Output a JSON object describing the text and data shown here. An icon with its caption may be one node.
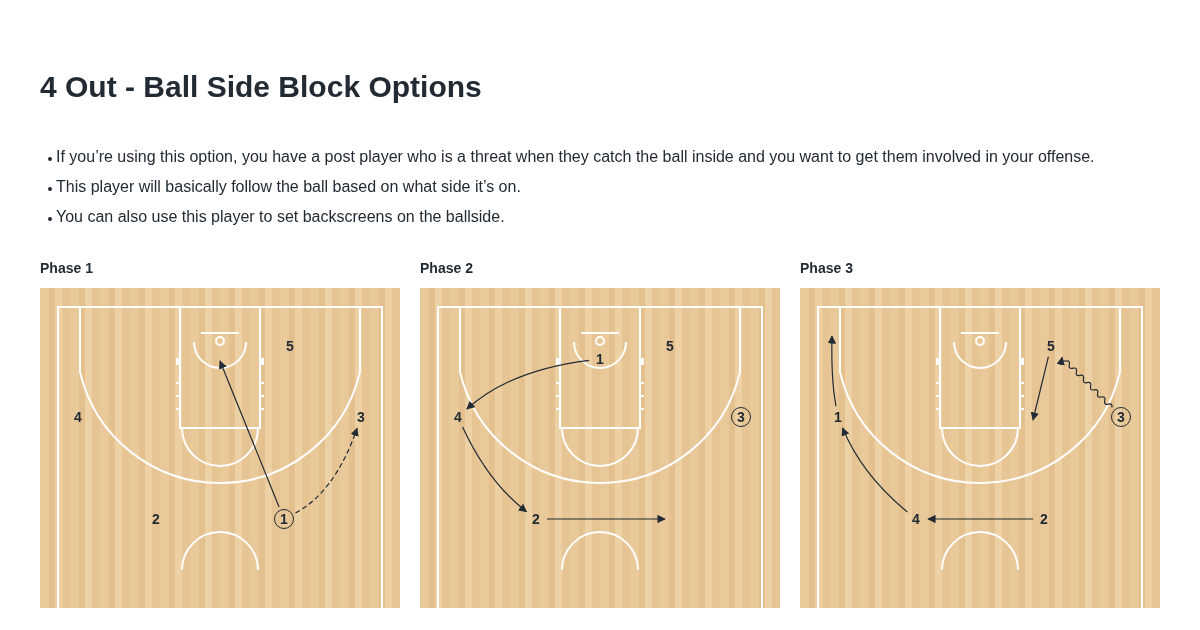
{
  "diagram": {
    "title": "4 Out - Ball Side Block Options",
    "nodes": [
      {
        "text": [
          "Phase 1"
        ]
      },
      {
        "text": [
          "5"
        ],
        "in": 0
      },
      {
        "text": [
          "4"
        ],
        "in": 0
      },
      {
        "text": [
          "3"
        ],
        "in": 0
      },
      {
        "text": [
          "2"
        ],
        "in": 0
      },
      {
        "text": [
          "1"
        ],
        "in": 0
      },
      {
        "text": [
          "Phase 2"
        ]
      },
      {
        "text": [
          "5"
        ],
        "in": 6
      },
      {
        "text": [
          "1"
        ],
        "in": 6
      },
      {
        "text": [
          "4"
        ],
        "in": 6
      },
      {
        "text": [
          "3"
        ],
        "in": 6
      },
      {
        "text": [
          "2"
        ],
        "in": 6
      },
      {
        "text": [
          "Phase 3"
        ]
      },
      {
        "text": [
          "5"
        ],
        "in": 12
      },
      {
        "text": [
          "1"
        ],
        "in": 12
      },
      {
        "text": [
          "3"
        ],
        "in": 12
      },
      {
        "text": [
          "4"
        ],
        "in": 12
      },
      {
        "text": [
          "2"
        ],
        "in": 12
      }
    ],
    "edges": [
      {
        "from": 5,
        "to": null,
        "arrow": "to"
      },
      {
        "from": 5,
        "to": 3,
        "arrow": "to",
        "style": "dashed"
      },
      {
        "from": 8,
        "to": 9,
        "arrow": "to"
      },
      {
        "from": 9,
        "to": 11,
        "arrow": "to"
      },
      {
        "from": 11,
        "to": null,
        "arrow": "to"
      },
      {
        "from": 14,
        "to": null,
        "arrow": "to"
      },
      {
        "from": 16,
        "to": 14,
        "arrow": "to"
      },
      {
        "from": 17,
        "to": 16,
        "arrow": "to"
      },
      {
        "from": 13,
        "to": null,
        "arrow": "to"
      },
      {
        "from": 15,
        "to": 13,
        "arrow": "to"
      }
    ],
    "labels": [
      "If you’re using this option, you have a post player who is a threat when they catch the ball inside and you want to get them involved in your offense.",
      "This player will basically follow the ball based on what side it’s on.",
      "You can also use this player to set backscreens on the ballside."
    ]
  }
}
